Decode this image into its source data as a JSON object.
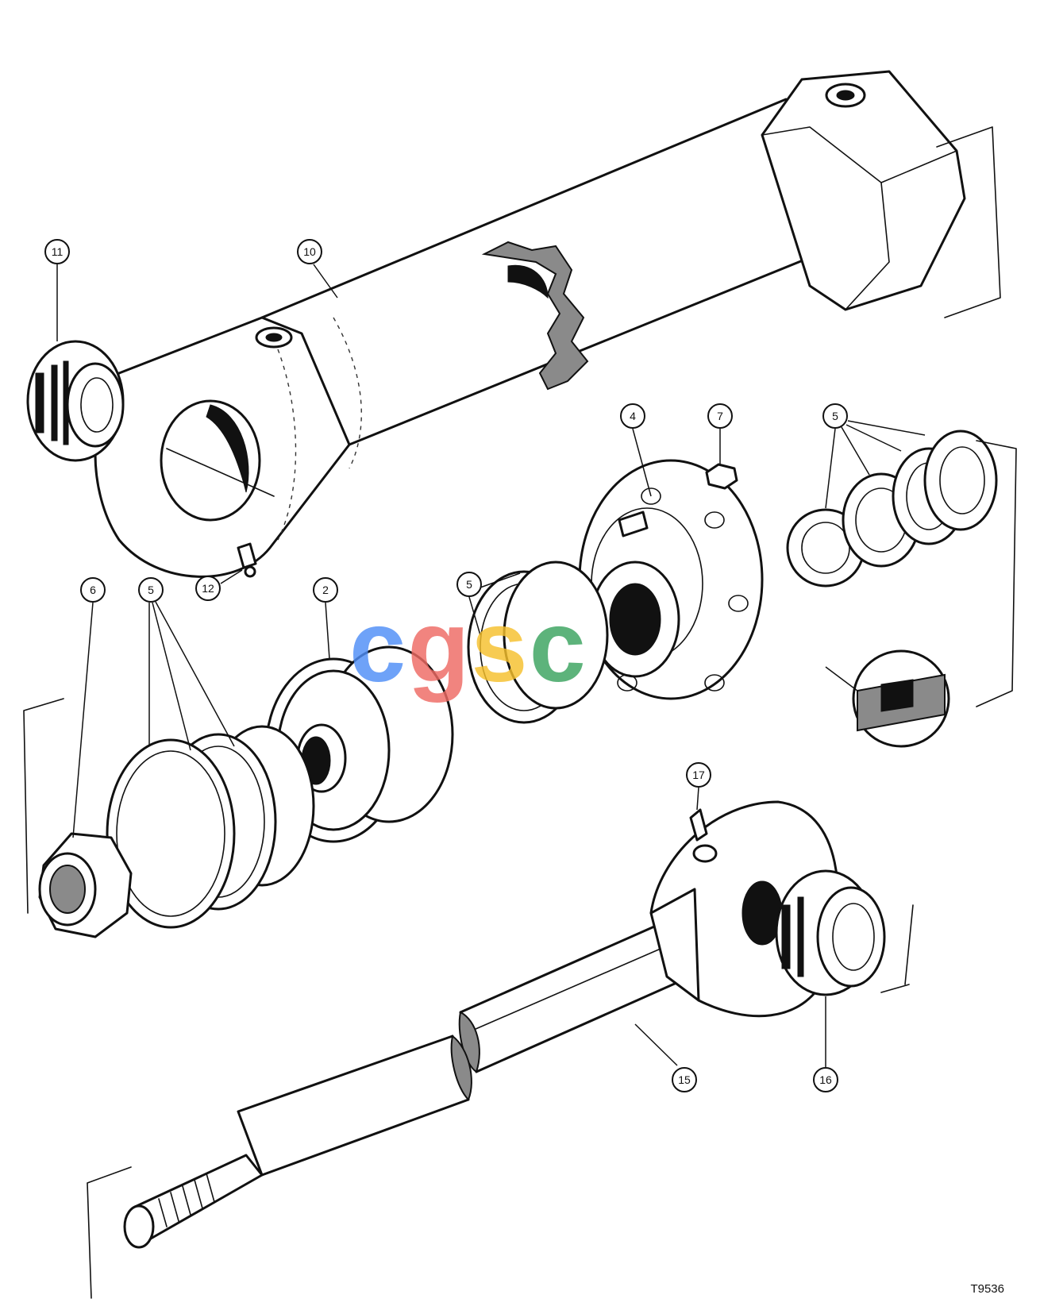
{
  "diagram": {
    "figure_id": "T9536",
    "watermark": {
      "letters": [
        "c",
        "g",
        "s",
        "c"
      ],
      "colors": [
        "#4f8ef7",
        "#ee6a63",
        "#f6c02d",
        "#3aa35f"
      ]
    },
    "callouts": {
      "c11": "11",
      "c10": "10",
      "c12": "12",
      "c4": "4",
      "c7": "7",
      "c5_top_right": "5",
      "c6": "6",
      "c5_left": "5",
      "c2": "2",
      "c5_center": "5",
      "c17": "17",
      "c15": "15",
      "c16": "16"
    }
  }
}
